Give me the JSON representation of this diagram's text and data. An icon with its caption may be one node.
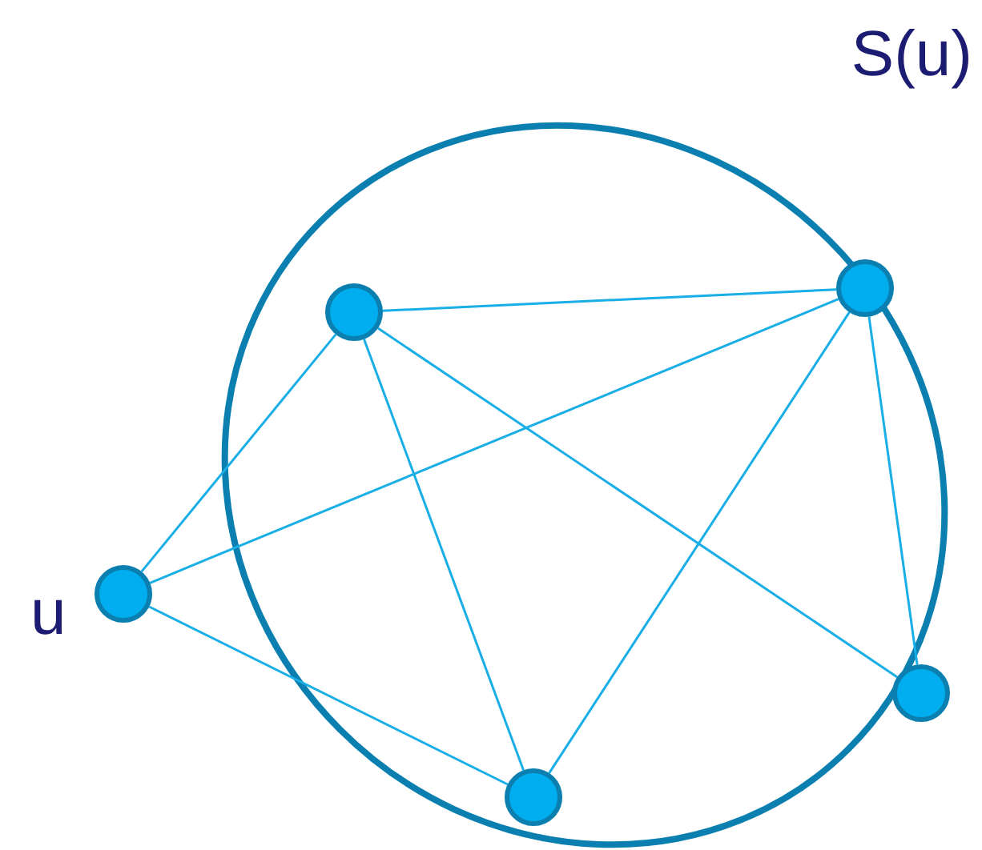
{
  "diagram": {
    "nodes": [
      {
        "text": [
          "S(u)"
        ]
      },
      {
        "text": [],
        "shape": "circle",
        "in": 0
      },
      {
        "text": [],
        "shape": "circle",
        "in": 0
      },
      {
        "text": [],
        "shape": "circle",
        "beside": [
          "u"
        ]
      },
      {
        "text": [],
        "shape": "circle",
        "in": 0
      },
      {
        "text": [],
        "shape": "circle"
      }
    ],
    "edges": [
      {
        "from": 1,
        "to": 2,
        "arrow": "none"
      },
      {
        "from": 1,
        "to": 3,
        "arrow": "none"
      },
      {
        "from": 1,
        "to": 4,
        "arrow": "none"
      },
      {
        "from": 1,
        "to": 5,
        "arrow": "none"
      },
      {
        "from": 2,
        "to": 3,
        "arrow": "none"
      },
      {
        "from": 2,
        "to": 4,
        "arrow": "none"
      },
      {
        "from": 2,
        "to": 5,
        "arrow": "none"
      },
      {
        "from": 3,
        "to": 4,
        "arrow": "none"
      }
    ]
  }
}
